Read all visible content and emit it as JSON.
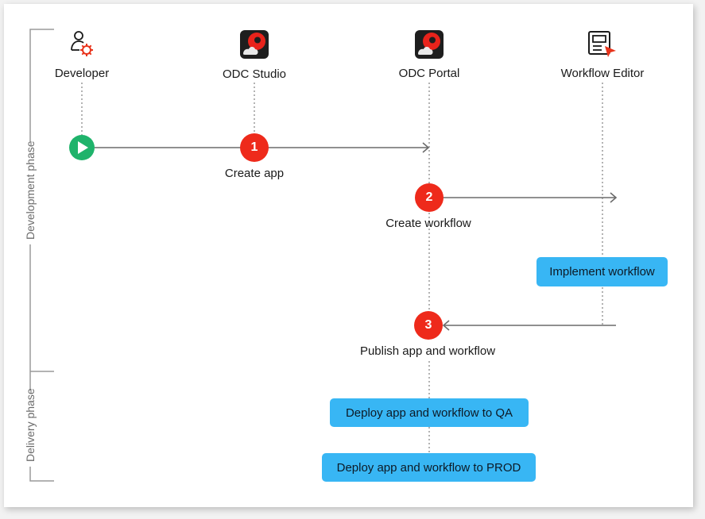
{
  "actors": [
    {
      "id": "developer",
      "label": "Developer",
      "icon": "developer-gear-icon"
    },
    {
      "id": "odc-studio",
      "label": "ODC Studio",
      "icon": "odc-logo-icon"
    },
    {
      "id": "odc-portal",
      "label": "ODC Portal",
      "icon": "odc-logo-icon"
    },
    {
      "id": "workflow-editor",
      "label": "Workflow Editor",
      "icon": "workflow-editor-icon"
    }
  ],
  "phases": {
    "development": "Development phase",
    "delivery": "Delivery phase"
  },
  "steps": [
    {
      "number": "1",
      "label": "Create app"
    },
    {
      "number": "2",
      "label": "Create workflow"
    },
    {
      "number": "3",
      "label": "Publish app and workflow"
    }
  ],
  "boxes": {
    "implement": "Implement workflow",
    "deploy_qa": "Deploy app and workflow to QA",
    "deploy_prod": "Deploy app and workflow to PROD"
  },
  "colors": {
    "step": "#ee2a1b",
    "box": "#38b6f4",
    "start": "#1fb36b",
    "arrow": "#6b6b6b"
  }
}
